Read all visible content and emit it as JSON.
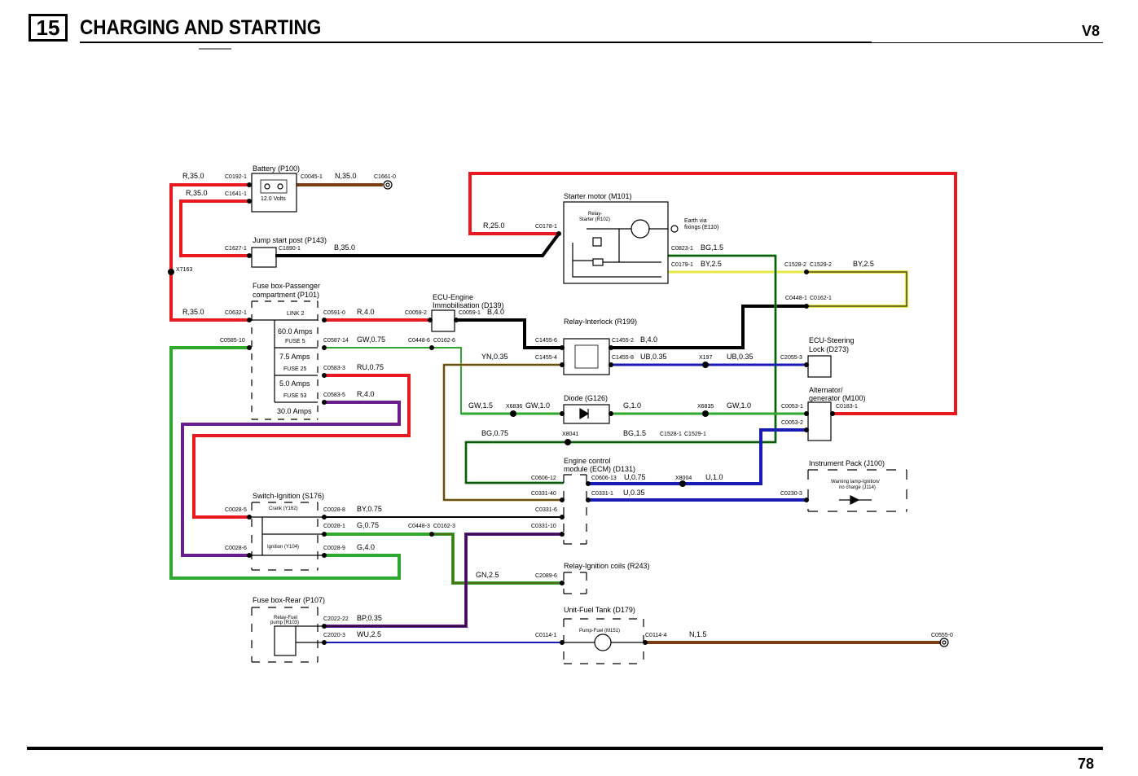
{
  "header": {
    "section_number": "15",
    "title": "CHARGING AND STARTING",
    "variant": "V8"
  },
  "footer": {
    "page_number": "78"
  },
  "colors": {
    "R": "#e8191f",
    "N": "#7a3f14",
    "B": "#000000",
    "G": "#2ea82e",
    "GW": "#2ea82e",
    "U": "#1a1ab4",
    "P": "#6a1e8e",
    "Y": "#e8e845",
    "GN": "#566b1a",
    "YN": "#c8a03c"
  },
  "labels": {
    "battery": "Battery (P100)",
    "battery_volts": "12.0 Volts",
    "jump_start": "Jump start post (P143)",
    "fusebox_pass_1": "Fuse box-Passenger",
    "fusebox_pass_2": "compartment (P101)",
    "link2": "LINK 2",
    "amps_60": "60.0 Amps",
    "fuse5": "FUSE 5",
    "amps_7_5": "7.5 Amps",
    "fuse25": "FUSE 25",
    "amps_5": "5.0 Amps",
    "fuse53": "FUSE 53",
    "amps_30": "30.0 Amps",
    "ecu_immob_1": "ECU-Engine",
    "ecu_immob_2": "Immobilisation (D139)",
    "starter_motor": "Starter motor (M101)",
    "relay_starter_1": "Relay-",
    "relay_starter_2": "Starter (R102)",
    "earth_1": "Earth via",
    "earth_2": "fixings (E110)",
    "relay_interlock": "Relay-Interlock (R199)",
    "ecu_steering_1": "ECU-Steering",
    "ecu_steering_2": "Lock (D273)",
    "alternator_1": "Alternator/",
    "alternator_2": "generator (M100)",
    "diode": "Diode (G126)",
    "ecm_1": "Engine control",
    "ecm_2": "module (ECM) (D131)",
    "instrument_pack": "Instrument Pack (J100)",
    "warning_lamp_1": "Warning lamp-Ignition/",
    "warning_lamp_2": "no charge (J114)",
    "switch_ignition": "Switch-Ignition (S176)",
    "crank": "Crank (Y162)",
    "ignition": "Ignition (Y104)",
    "relay_ign_coils": "Relay-Ignition coils (R243)",
    "fusebox_rear": "Fuse box-Rear (P107)",
    "relay_fuel_1": "Relay-Fuel",
    "relay_fuel_2": "pump (R103)",
    "fuel_tank": "Unit-Fuel Tank (D179)",
    "pump_fuel": "Pump-Fuel (M151)"
  },
  "connectors": {
    "c0192_1": "C0192-1",
    "c0045_1": "C0045-1",
    "c1661_0": "C1661-0",
    "c1641_1": "C1641-1",
    "c1627_1": "C1627-1",
    "c1890_1": "C1890-1",
    "x7163": "X7163",
    "c0632_1": "C0632-1",
    "c0591_0": "C0591-0",
    "c0585_10": "C0585-10",
    "c0587_14": "C0587-14",
    "c0583_3": "C0583-3",
    "c0583_5": "C0583-5",
    "c0059_2": "C0059-2",
    "c0059_1": "C0059-1",
    "c0448_6": "C0448-6",
    "c0162_6": "C0162-6",
    "c0178_1": "C0178-1",
    "c0823_1": "C0823-1",
    "c0179_1": "C0179-1",
    "c1528_2": "C1528-2",
    "c1529_2": "C1529-2",
    "c0448_1": "C0448-1",
    "c0162_1": "C0162-1",
    "c1455_6": "C1455-6",
    "c1455_2": "C1455-2",
    "c1455_4": "C1455-4",
    "c1455_8": "C1455-8",
    "x197": "X197",
    "c2055_3": "C2055-3",
    "x6836": "X6836",
    "x6835": "X6835",
    "c0053_1": "C0053-1",
    "c0183_1": "C0183-1",
    "c0053_2": "C0053-2",
    "x8041": "X8041",
    "c1528_1": "C1528-1",
    "c1529_1": "C1529-1",
    "c0606_12": "C0606-12",
    "c0606_13": "C0606-13",
    "x8004": "X8004",
    "c0331_40": "C0331-40",
    "c0331_1": "C0331-1",
    "c0230_3": "C0230-3",
    "c0028_5": "C0028-5",
    "c0028_8": "C0028-8",
    "c0331_6": "C0331-6",
    "c0028_1": "C0028-1",
    "c0448_3": "C0448-3",
    "c0162_3": "C0162-3",
    "c0331_10": "C0331-10",
    "c0028_6": "C0028-6",
    "c0028_9": "C0028-9",
    "c2089_6": "C2089-6",
    "c2022_22": "C2022-22",
    "c2020_3": "C2020-3",
    "c0114_1": "C0114-1",
    "c0114_4": "C0114-4",
    "c0555_0": "C0555-0"
  },
  "wires": {
    "r35_a": "R,35.0",
    "r35_b": "R,35.0",
    "r35_c": "R,35.0",
    "n35": "N,35.0",
    "b35": "B,35.0",
    "r25": "R,25.0",
    "bg15": "BG,1.5",
    "by25_a": "BY,2.5",
    "by25_b": "BY,2.5",
    "r40_a": "R,4.0",
    "b40_a": "B,4.0",
    "b40_b": "B,4.0",
    "gw075": "GW,0.75",
    "ub035_a": "UB,0.35",
    "ub035_b": "UB,0.35",
    "yn035": "YN,0.35",
    "ru075": "RU,0.75",
    "r40_b": "R,4.0",
    "gw15": "GW,1.5",
    "gw10_a": "GW,1.0",
    "g10": "G,1.0",
    "gw10_b": "GW,1.0",
    "bg075": "BG,0.75",
    "bg15_b": "BG,1.5",
    "u075": "U,0.75",
    "u10": "U,1.0",
    "u035": "U,0.35",
    "by075": "BY,0.75",
    "g075": "G,0.75",
    "g40": "G,4.0",
    "gn25": "GN,2.5",
    "bp035": "BP,0.35",
    "wu25": "WU,2.5",
    "n15": "N,1.5"
  }
}
